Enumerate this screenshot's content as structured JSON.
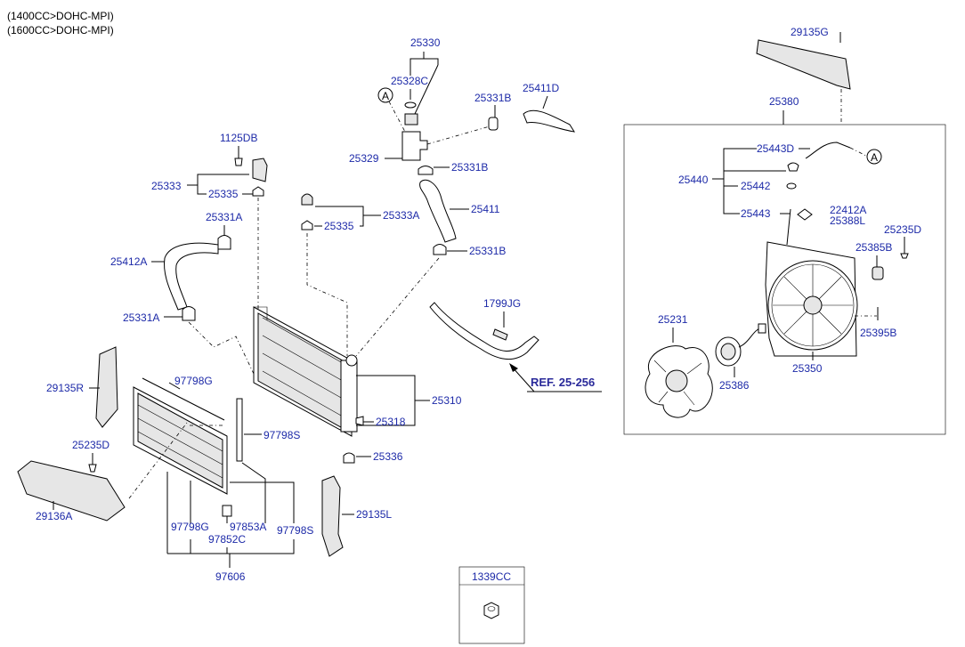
{
  "header": {
    "line1": "(1400CC>DOHC-MPI)",
    "line2": "(1600CC>DOHC-MPI)"
  },
  "callout_marker": "A",
  "reference": "REF. 25-256",
  "inset_box": {
    "part": "1339CC"
  },
  "parts": {
    "p29135G": "29135G",
    "p25380": "25380",
    "p25443D": "25443D",
    "p25440": "25440",
    "p25442": "25442",
    "p25443": "25443",
    "p22412A": "22412A",
    "p25388L": "25388L",
    "p25235D_r": "25235D",
    "p25385B": "25385B",
    "p25231": "25231",
    "p25395B": "25395B",
    "p25386": "25386",
    "p25350": "25350",
    "p25330": "25330",
    "p25328C": "25328C",
    "p25331B_a": "25331B",
    "p25411D": "25411D",
    "p25329": "25329",
    "p25331B_b": "25331B",
    "p25411": "25411",
    "p25333A": "25333A",
    "p25335_b": "25335",
    "p25331B_c": "25331B",
    "p1799JG": "1799JG",
    "p1125DB": "1125DB",
    "p25333": "25333",
    "p25335_a": "25335",
    "p25331A_a": "25331A",
    "p25412A": "25412A",
    "p25331A_b": "25331A",
    "p25310": "25310",
    "p25318": "25318",
    "p25336": "25336",
    "p29135R": "29135R",
    "p97798G_a": "97798G",
    "p97798S_a": "97798S",
    "p25235D_l": "25235D",
    "p29136A": "29136A",
    "p29135L": "29135L",
    "p97798G_b": "97798G",
    "p97853A": "97853A",
    "p97852C": "97852C",
    "p97798S_b": "97798S",
    "p97606": "97606"
  }
}
